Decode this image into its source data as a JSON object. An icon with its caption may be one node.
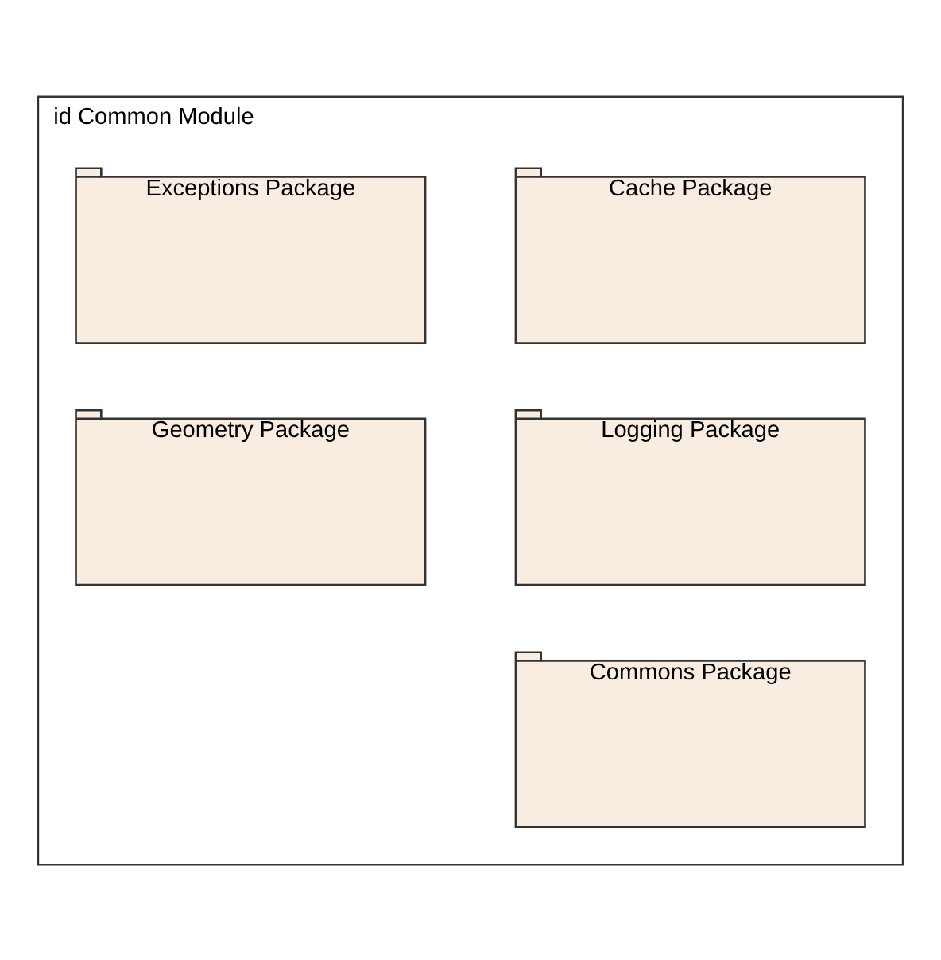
{
  "diagram": {
    "nodes": [
      {
        "text": [
          "id Common Module"
        ]
      },
      {
        "text": [
          "Cache Package"
        ],
        "in": 0
      },
      {
        "text": [
          "Exceptions Package"
        ],
        "in": 0
      },
      {
        "text": [
          "Logging Package"
        ],
        "in": 0
      },
      {
        "text": [
          "Geometry Package"
        ],
        "in": 0
      },
      {
        "text": [
          "Commons Package"
        ],
        "in": 0
      }
    ],
    "edges": []
  }
}
